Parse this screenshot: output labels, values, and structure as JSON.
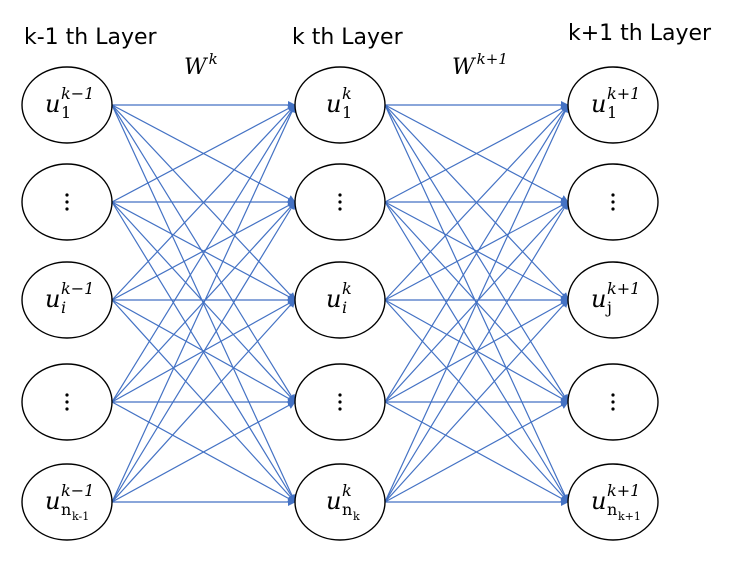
{
  "diagram": {
    "type": "neural-network-layers",
    "edge_color": "#4472C4",
    "node_stroke": "#000000",
    "layers": [
      {
        "title": "k-1 th Layer",
        "nodes": [
          {
            "symbol": "u",
            "sup": "k−1",
            "sub": "1",
            "sub_italic": false,
            "subsub": ""
          },
          {
            "ellipsis": true
          },
          {
            "symbol": "u",
            "sup": "k−1",
            "sub": "i",
            "sub_italic": true,
            "subsub": ""
          },
          {
            "ellipsis": true
          },
          {
            "symbol": "u",
            "sup": "k−1",
            "sub": "n",
            "sub_italic": false,
            "subsub": "k-1"
          }
        ]
      },
      {
        "title": "k th Layer",
        "nodes": [
          {
            "symbol": "u",
            "sup": "k",
            "sub": "1",
            "sub_italic": false,
            "subsub": ""
          },
          {
            "ellipsis": true
          },
          {
            "symbol": "u",
            "sup": "k",
            "sub": "i",
            "sub_italic": true,
            "subsub": ""
          },
          {
            "ellipsis": true
          },
          {
            "symbol": "u",
            "sup": "k",
            "sub": "n",
            "sub_italic": false,
            "subsub": "k"
          }
        ]
      },
      {
        "title": "k+1 th Layer",
        "nodes": [
          {
            "symbol": "u",
            "sup": "k+1",
            "sub": "1",
            "sub_italic": false,
            "subsub": ""
          },
          {
            "ellipsis": true
          },
          {
            "symbol": "u",
            "sup": "k+1",
            "sub": "j",
            "sub_italic": false,
            "subsub": ""
          },
          {
            "ellipsis": true
          },
          {
            "symbol": "u",
            "sup": "k+1",
            "sub": "n",
            "sub_italic": false,
            "subsub": "k+1"
          }
        ]
      }
    ],
    "weights": [
      {
        "symbol": "W",
        "sup": "k"
      },
      {
        "symbol": "W",
        "sup": "k+1"
      }
    ]
  }
}
